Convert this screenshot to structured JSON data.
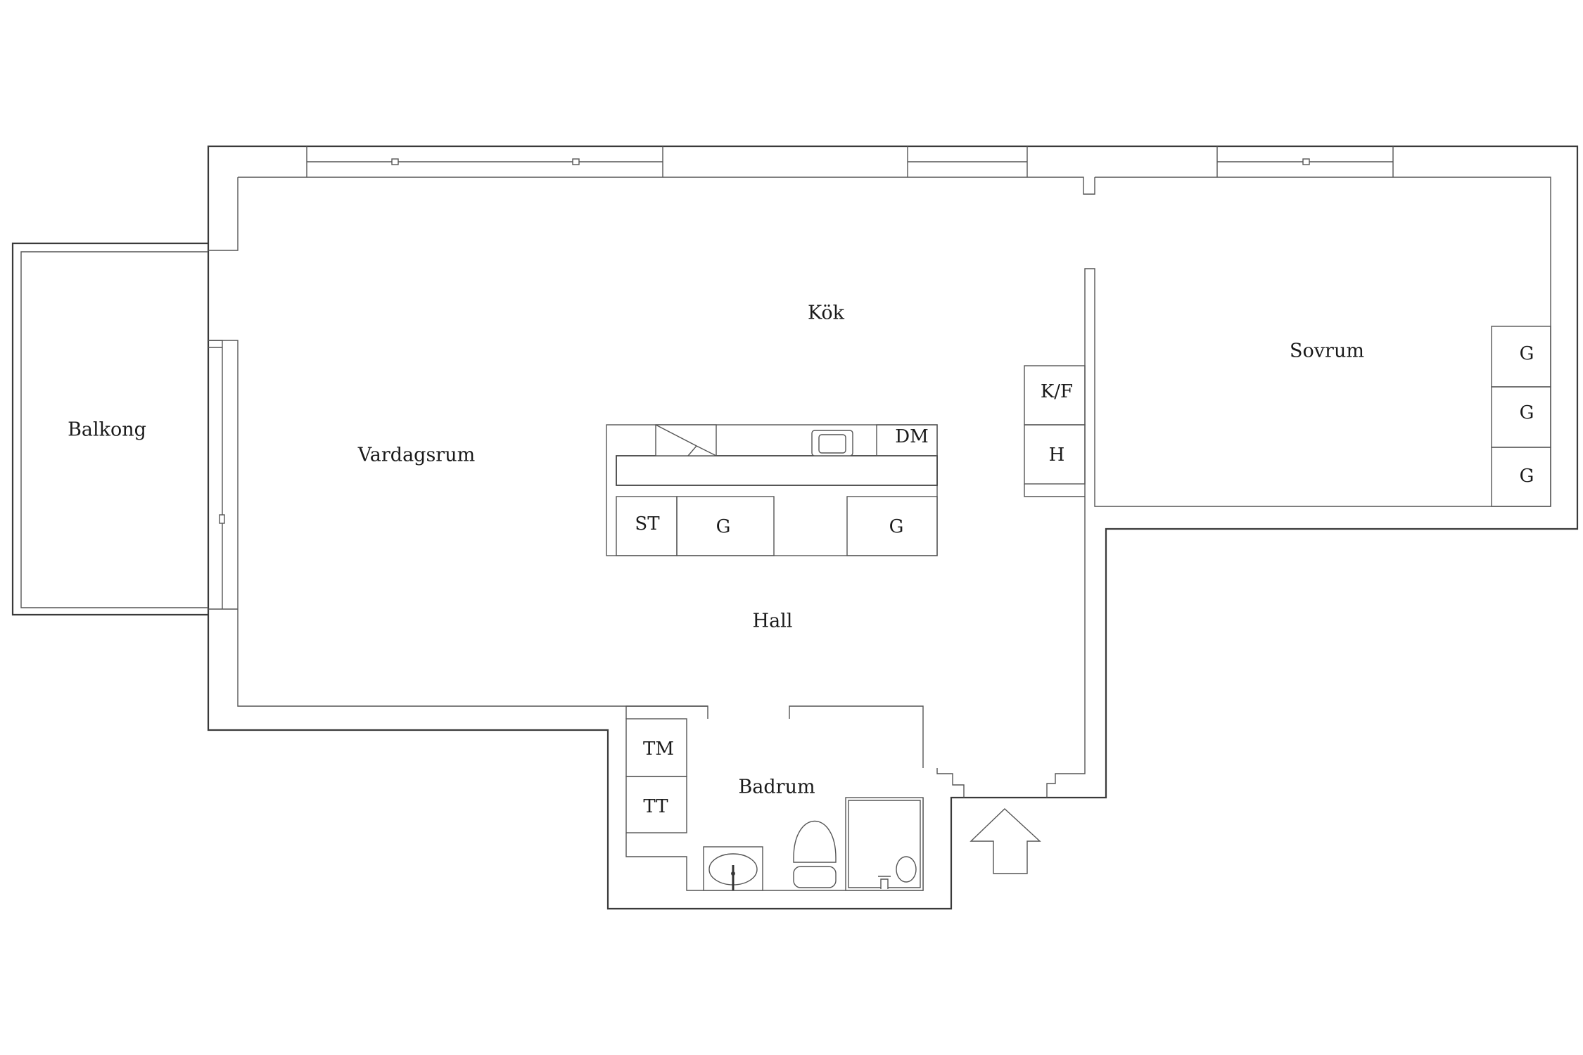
{
  "rooms": {
    "kok": "Kök",
    "vardagsrum": "Vardagsrum",
    "balkong": "Balkong",
    "sovrum": "Sovrum",
    "hall": "Hall",
    "badrum": "Badrum"
  },
  "fixtures": {
    "dishwasher": "DM",
    "stove": "ST",
    "island_cabinet_1": "G",
    "island_cabinet_2": "G",
    "fridge_freezer": "K/F",
    "shelf": "H",
    "wardrobe_1": "G",
    "wardrobe_2": "G",
    "wardrobe_3": "G",
    "washing_machine": "TM",
    "dryer": "TT"
  },
  "icons": {
    "entrance": "entrance-arrow-icon"
  },
  "colors": {
    "wall": "#3a3a3a",
    "background": "#ffffff"
  }
}
